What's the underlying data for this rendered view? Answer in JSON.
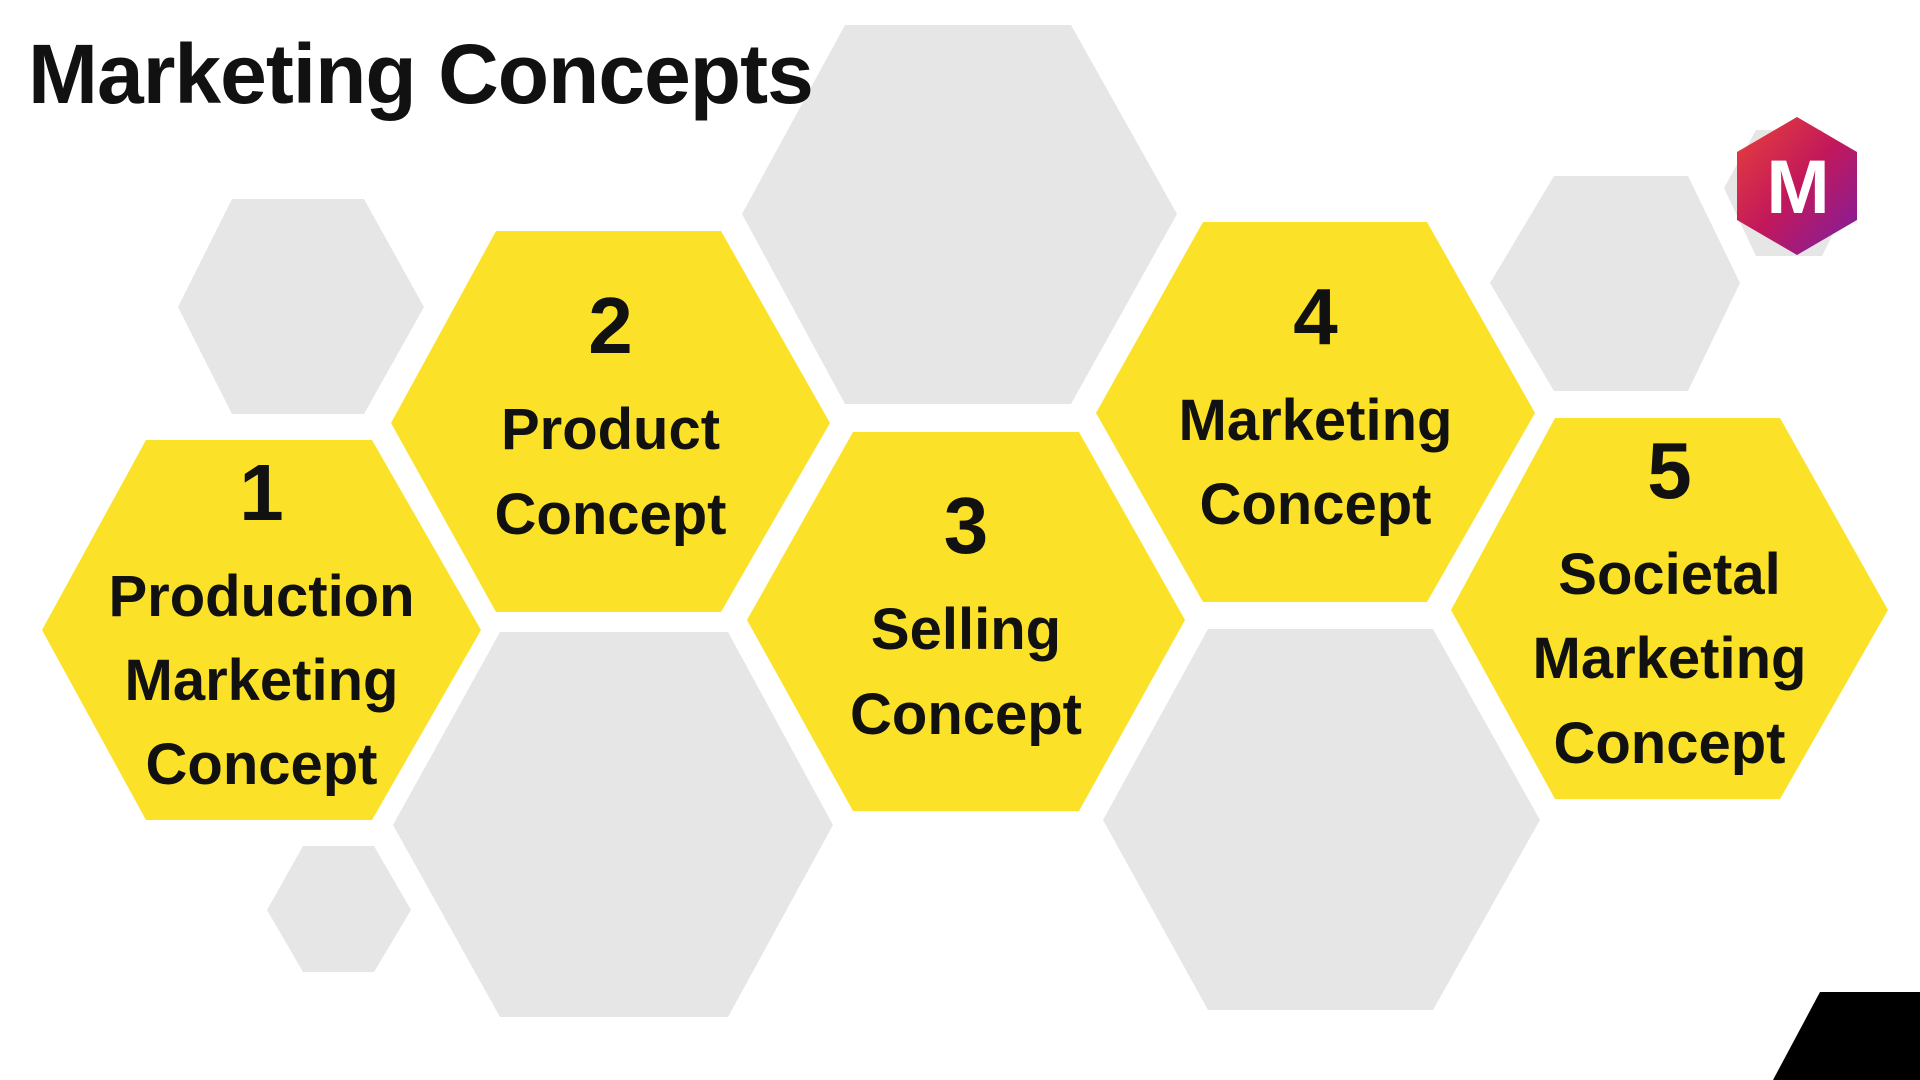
{
  "title": "Marketing Concepts",
  "logo": {
    "letter": "M",
    "colors": [
      "#e8423a",
      "#c2185b",
      "#7b1fa2"
    ]
  },
  "colors": {
    "concept_fill": "#fbe228",
    "background_hex": "#e6e6e6",
    "text": "#111111",
    "corner": "#000000"
  },
  "concepts": [
    {
      "number": "1",
      "label": "Production\nMarketing\nConcept"
    },
    {
      "number": "2",
      "label": "Product\nConcept"
    },
    {
      "number": "3",
      "label": "Selling\nConcept"
    },
    {
      "number": "4",
      "label": "Marketing\nConcept"
    },
    {
      "number": "5",
      "label": "Societal\nMarketing\nConcept"
    }
  ]
}
